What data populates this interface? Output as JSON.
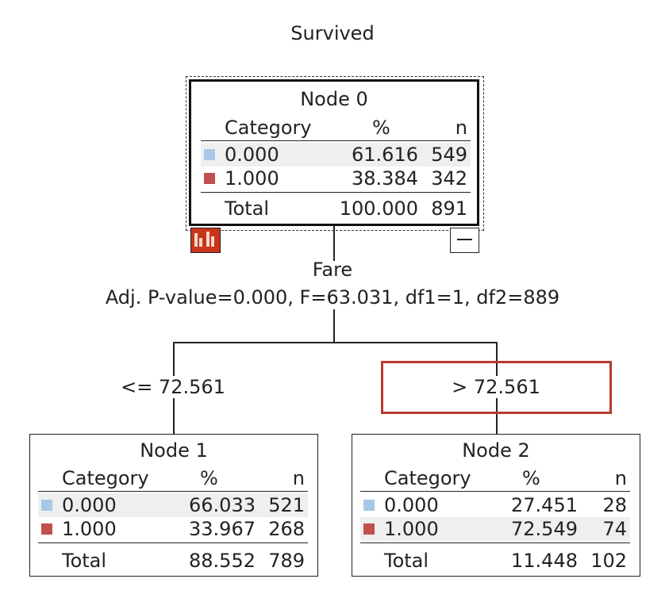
{
  "title": "Survived",
  "colors": {
    "cat0": "#a9c8e8",
    "cat1": "#c0504d",
    "highlight": "#b83a30"
  },
  "nodes": {
    "n0": {
      "title": "Node 0",
      "headers": {
        "category": "Category",
        "pct": "%",
        "n": "n"
      },
      "rows": [
        {
          "category": "0.000",
          "pct": "61.616",
          "n": "549"
        },
        {
          "category": "1.000",
          "pct": "38.384",
          "n": "342"
        }
      ],
      "total": {
        "label": "Total",
        "pct": "100.000",
        "n": "891"
      }
    },
    "n1": {
      "title": "Node 1",
      "headers": {
        "category": "Category",
        "pct": "%",
        "n": "n"
      },
      "rows": [
        {
          "category": "0.000",
          "pct": "66.033",
          "n": "521"
        },
        {
          "category": "1.000",
          "pct": "33.967",
          "n": "268"
        }
      ],
      "total": {
        "label": "Total",
        "pct": "88.552",
        "n": "789"
      }
    },
    "n2": {
      "title": "Node 2",
      "headers": {
        "category": "Category",
        "pct": "%",
        "n": "n"
      },
      "rows": [
        {
          "category": "0.000",
          "pct": "27.451",
          "n": "28"
        },
        {
          "category": "1.000",
          "pct": "72.549",
          "n": "74"
        }
      ],
      "total": {
        "label": "Total",
        "pct": "11.448",
        "n": "102"
      }
    }
  },
  "split": {
    "variable": "Fare",
    "stats": "Adj. P-value=0.000, F=63.031, df1=1, df2=889",
    "left_condition": "<= 72.561",
    "right_condition": "> 72.561"
  },
  "icons": {
    "graph": "bar-graph-icon",
    "collapse": "collapse-minus-icon"
  }
}
